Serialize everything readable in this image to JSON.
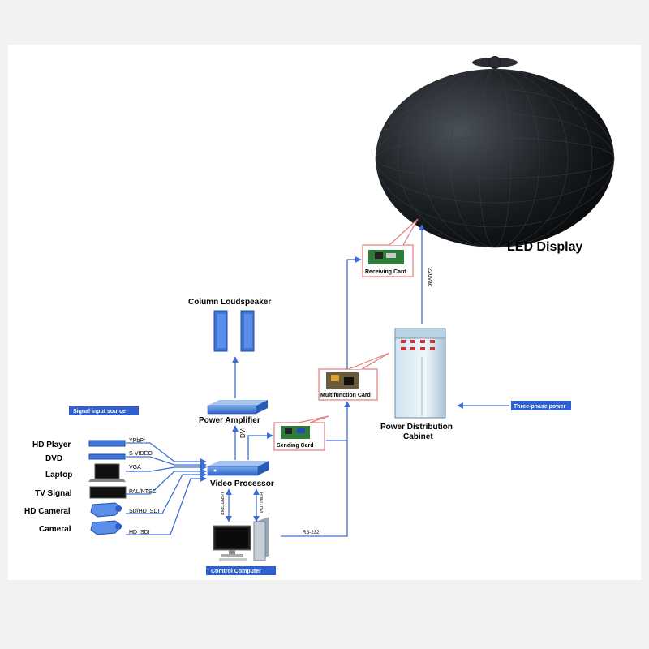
{
  "led_display": {
    "label": "LED Display"
  },
  "receiving_card": {
    "label": "Receiving Card"
  },
  "multifunction_card": {
    "label": "Multifunction Card"
  },
  "sending_card": {
    "label": "Sending  Card"
  },
  "power_cabinet": {
    "label_line1": "Power Distribution",
    "label_line2": "Cabinet"
  },
  "three_phase": {
    "label": "Three-phase power"
  },
  "loudspeaker": {
    "label": "Column Loudspeaker"
  },
  "amplifier": {
    "label": "Power Amplifier"
  },
  "video_processor": {
    "label": "Video Processor"
  },
  "control_computer": {
    "label": "Comtrol  Computer"
  },
  "signal_source": {
    "label": "Signal input source"
  },
  "sources": [
    {
      "name": "HD Player",
      "signal": "YPbPr"
    },
    {
      "name": "DVD",
      "signal": "S-VIDEO"
    },
    {
      "name": "Laptop",
      "signal": "VGA"
    },
    {
      "name": "TV Signal",
      "signal": "PAL/NTSC"
    },
    {
      "name": "HD Cameral",
      "signal": "SD/HD_SDI"
    },
    {
      "name": "Cameral",
      "signal": "HD_SDI"
    }
  ],
  "connections": {
    "power_220": "220Vac",
    "dvi": "DVI",
    "rs232": "RS-232",
    "usb": "USB/TCP/IP",
    "hdmi": "HDMI / DVI"
  },
  "colors": {
    "arrow": "#3a6fd8",
    "badge": "#2f5fd0",
    "callout": "#e07b7b"
  }
}
